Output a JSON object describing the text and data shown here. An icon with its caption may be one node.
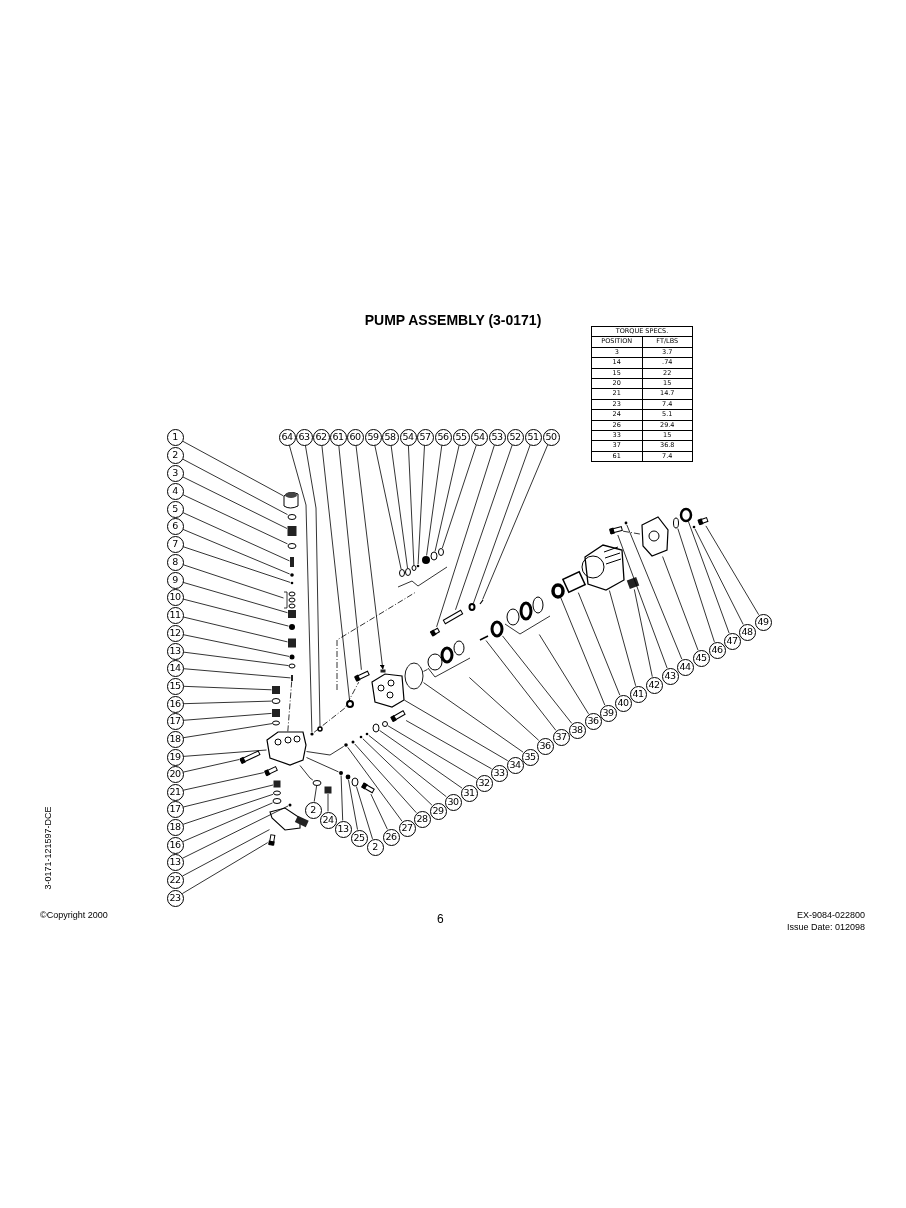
{
  "diagram": {
    "title": "PUMP ASSEMBLY (3-0171)",
    "nodes": [
      {
        "text": [
          "1"
        ]
      },
      {
        "text": [
          "2"
        ]
      },
      {
        "text": [
          "3"
        ]
      },
      {
        "text": [
          "4"
        ]
      },
      {
        "text": [
          "5"
        ]
      },
      {
        "text": [
          "6"
        ]
      },
      {
        "text": [
          "7"
        ]
      },
      {
        "text": [
          "8"
        ]
      },
      {
        "text": [
          "9"
        ]
      },
      {
        "text": [
          "10"
        ]
      },
      {
        "text": [
          "11"
        ]
      },
      {
        "text": [
          "12"
        ]
      },
      {
        "text": [
          "13"
        ]
      },
      {
        "text": [
          "14"
        ]
      },
      {
        "text": [
          "15"
        ]
      },
      {
        "text": [
          "16"
        ]
      },
      {
        "text": [
          "17"
        ]
      },
      {
        "text": [
          "18"
        ]
      },
      {
        "text": [
          "19"
        ]
      },
      {
        "text": [
          "20"
        ]
      },
      {
        "text": [
          "21"
        ]
      },
      {
        "text": [
          "17"
        ]
      },
      {
        "text": [
          "18"
        ]
      },
      {
        "text": [
          "16"
        ]
      },
      {
        "text": [
          "13"
        ]
      },
      {
        "text": [
          "22"
        ]
      },
      {
        "text": [
          "23"
        ]
      },
      {
        "text": [
          "64"
        ]
      },
      {
        "text": [
          "63"
        ]
      },
      {
        "text": [
          "62"
        ]
      },
      {
        "text": [
          "61"
        ]
      },
      {
        "text": [
          "60"
        ]
      },
      {
        "text": [
          "59"
        ]
      },
      {
        "text": [
          "58"
        ]
      },
      {
        "text": [
          "54"
        ]
      },
      {
        "text": [
          "57"
        ]
      },
      {
        "text": [
          "56"
        ]
      },
      {
        "text": [
          "55"
        ]
      },
      {
        "text": [
          "54"
        ]
      },
      {
        "text": [
          "53"
        ]
      },
      {
        "text": [
          "52"
        ]
      },
      {
        "text": [
          "51"
        ]
      },
      {
        "text": [
          "50"
        ]
      },
      {
        "text": [
          "2"
        ]
      },
      {
        "text": [
          "24"
        ]
      },
      {
        "text": [
          "13"
        ]
      },
      {
        "text": [
          "25"
        ]
      },
      {
        "text": [
          "2"
        ]
      },
      {
        "text": [
          "26"
        ]
      },
      {
        "text": [
          "27"
        ]
      },
      {
        "text": [
          "28"
        ]
      },
      {
        "text": [
          "29"
        ]
      },
      {
        "text": [
          "30"
        ]
      },
      {
        "text": [
          "31"
        ]
      },
      {
        "text": [
          "32"
        ]
      },
      {
        "text": [
          "33"
        ]
      },
      {
        "text": [
          "34"
        ]
      },
      {
        "text": [
          "35"
        ]
      },
      {
        "text": [
          "36"
        ]
      },
      {
        "text": [
          "37"
        ]
      },
      {
        "text": [
          "38"
        ]
      },
      {
        "text": [
          "36"
        ]
      },
      {
        "text": [
          "39"
        ]
      },
      {
        "text": [
          "40"
        ]
      },
      {
        "text": [
          "41"
        ]
      },
      {
        "text": [
          "42"
        ]
      },
      {
        "text": [
          "43"
        ]
      },
      {
        "text": [
          "44"
        ]
      },
      {
        "text": [
          "45"
        ]
      },
      {
        "text": [
          "46"
        ]
      },
      {
        "text": [
          "47"
        ]
      },
      {
        "text": [
          "48"
        ]
      },
      {
        "text": [
          "49"
        ]
      },
      {
        "text": [],
        "shape": "picture"
      },
      {
        "text": [],
        "shape": "circle"
      },
      {
        "text": [],
        "shape": "box"
      },
      {
        "text": [],
        "shape": "circle"
      },
      {
        "text": [],
        "shape": "box"
      },
      {
        "text": [],
        "shape": "circle"
      },
      {
        "text": [],
        "shape": "circle"
      },
      {
        "text": [],
        "shape": "picture"
      },
      {
        "text": [],
        "shape": "box"
      },
      {
        "text": [],
        "shape": "circle"
      },
      {
        "text": [],
        "shape": "box"
      },
      {
        "text": [],
        "shape": "circle"
      },
      {
        "text": [],
        "shape": "circle"
      },
      {
        "text": [],
        "shape": "box"
      },
      {
        "text": [],
        "shape": "box"
      },
      {
        "text": [],
        "shape": "circle"
      },
      {
        "text": [],
        "shape": "box"
      },
      {
        "text": [],
        "shape": "circle"
      },
      {
        "text": [],
        "shape": "picture"
      },
      {
        "text": [],
        "shape": "picture"
      },
      {
        "text": [],
        "shape": "picture"
      },
      {
        "text": [],
        "shape": "box"
      },
      {
        "text": [],
        "shape": "circle"
      },
      {
        "text": [],
        "shape": "circle"
      },
      {
        "text": [],
        "shape": "circle"
      },
      {
        "text": [],
        "shape": "picture"
      },
      {
        "text": [],
        "shape": "picture"
      },
      {
        "text": [],
        "shape": "circle"
      },
      {
        "text": [],
        "shape": "circle"
      },
      {
        "text": [],
        "shape": "circle"
      },
      {
        "text": [],
        "shape": "picture"
      },
      {
        "text": [],
        "shape": "box"
      },
      {
        "text": [],
        "shape": "circle"
      },
      {
        "text": [],
        "shape": "circle"
      },
      {
        "text": [],
        "shape": "circle"
      },
      {
        "text": [],
        "shape": "circle"
      },
      {
        "text": [],
        "shape": "circle"
      },
      {
        "text": [],
        "shape": "circle"
      },
      {
        "text": [],
        "shape": "circle"
      },
      {
        "text": [],
        "shape": "picture"
      },
      {
        "text": [],
        "shape": "box"
      },
      {
        "text": [],
        "shape": "circle"
      },
      {
        "text": [],
        "shape": "bar"
      },
      {
        "text": [],
        "shape": "circle"
      },
      {
        "text": [],
        "shape": "box"
      },
      {
        "text": [],
        "shape": "circle"
      },
      {
        "text": [],
        "shape": "circle"
      },
      {
        "text": [],
        "shape": "circle"
      },
      {
        "text": [],
        "shape": "picture"
      },
      {
        "text": [],
        "shape": "circle"
      },
      {
        "text": [],
        "shape": "circle"
      },
      {
        "text": [],
        "shape": "circle"
      },
      {
        "text": [],
        "shape": "circle"
      },
      {
        "text": [],
        "shape": "circle"
      },
      {
        "text": [],
        "shape": "circle"
      },
      {
        "text": [],
        "shape": "picture"
      },
      {
        "text": [],
        "shape": "picture"
      },
      {
        "text": [],
        "shape": "circle"
      },
      {
        "text": [],
        "shape": "picture"
      },
      {
        "text": [],
        "shape": "bar"
      },
      {
        "text": [],
        "shape": "circle"
      },
      {
        "text": [],
        "shape": "picture"
      },
      {
        "text": [],
        "shape": "circle"
      },
      {
        "text": [],
        "shape": "box"
      },
      {
        "text": [],
        "shape": "picture"
      },
      {
        "text": [],
        "shape": "box"
      },
      {
        "text": [],
        "shape": "picture"
      },
      {
        "text": [],
        "shape": "circle"
      },
      {
        "text": [],
        "shape": "picture"
      },
      {
        "text": [],
        "shape": "circle"
      },
      {
        "text": [],
        "shape": "circle"
      },
      {
        "text": [],
        "shape": "circle"
      },
      {
        "text": [],
        "shape": "picture"
      }
    ],
    "edges": [
      {
        "from": 0,
        "to": 73,
        "arrow": "none"
      },
      {
        "from": 1,
        "to": 74,
        "arrow": "none"
      },
      {
        "from": 2,
        "to": 75,
        "arrow": "none"
      },
      {
        "from": 3,
        "to": 76,
        "arrow": "none"
      },
      {
        "from": 4,
        "to": 77,
        "arrow": "none"
      },
      {
        "from": 5,
        "to": 78,
        "arrow": "none"
      },
      {
        "from": 6,
        "to": 79,
        "arrow": "none"
      },
      {
        "from": 7,
        "to": 80,
        "arrow": "none"
      },
      {
        "from": 8,
        "to": 81,
        "arrow": "none"
      },
      {
        "from": 9,
        "to": 82,
        "arrow": "none"
      },
      {
        "from": 10,
        "to": 83,
        "arrow": "none"
      },
      {
        "from": 11,
        "to": 84,
        "arrow": "none"
      },
      {
        "from": 12,
        "to": 85,
        "arrow": "none"
      },
      {
        "from": 13,
        "to": 86,
        "arrow": "none"
      },
      {
        "from": 14,
        "to": 87,
        "arrow": "none"
      },
      {
        "from": 15,
        "to": 88,
        "arrow": "none"
      },
      {
        "from": 16,
        "to": 89,
        "arrow": "none"
      },
      {
        "from": 17,
        "to": 90,
        "arrow": "none"
      },
      {
        "from": 18,
        "to": 91,
        "arrow": "none"
      },
      {
        "from": 19,
        "to": 92,
        "arrow": "none"
      },
      {
        "from": 20,
        "to": 93,
        "arrow": "none"
      },
      {
        "from": 21,
        "to": 94,
        "arrow": "none"
      },
      {
        "from": 22,
        "to": 95,
        "arrow": "none"
      },
      {
        "from": 23,
        "to": 96,
        "arrow": "none"
      },
      {
        "from": 24,
        "to": 97,
        "arrow": "none"
      },
      {
        "from": 25,
        "to": 98,
        "arrow": "none"
      },
      {
        "from": 26,
        "to": 99,
        "arrow": "none"
      },
      {
        "from": 27,
        "to": 100,
        "arrow": "none"
      },
      {
        "from": 28,
        "to": 101,
        "arrow": "none"
      },
      {
        "from": 29,
        "to": 102,
        "arrow": "none"
      },
      {
        "from": 30,
        "to": 103,
        "arrow": "none"
      },
      {
        "from": 31,
        "to": 104,
        "arrow": "to"
      },
      {
        "from": 32,
        "to": 105,
        "arrow": "none"
      },
      {
        "from": 33,
        "to": 106,
        "arrow": "none"
      },
      {
        "from": 34,
        "to": 107,
        "arrow": "none"
      },
      {
        "from": 35,
        "to": 108,
        "arrow": "none"
      },
      {
        "from": 36,
        "to": 109,
        "arrow": "none"
      },
      {
        "from": 37,
        "to": 110,
        "arrow": "none"
      },
      {
        "from": 38,
        "to": 111,
        "arrow": "none"
      },
      {
        "from": 39,
        "to": 112,
        "arrow": "none"
      },
      {
        "from": 40,
        "to": 113,
        "arrow": "none"
      },
      {
        "from": 41,
        "to": 114,
        "arrow": "none"
      },
      {
        "from": 42,
        "to": 115,
        "arrow": "none"
      },
      {
        "from": 43,
        "to": 116,
        "arrow": "none"
      },
      {
        "from": 44,
        "to": 117,
        "arrow": "none"
      },
      {
        "from": 45,
        "to": 118,
        "arrow": "none"
      },
      {
        "from": 46,
        "to": 119,
        "arrow": "none"
      },
      {
        "from": 47,
        "to": 120,
        "arrow": "none"
      },
      {
        "from": 48,
        "to": 121,
        "arrow": "none"
      },
      {
        "from": 49,
        "to": 122,
        "arrow": "none"
      },
      {
        "from": 50,
        "to": 123,
        "arrow": "none"
      },
      {
        "from": 51,
        "to": 124,
        "arrow": "none"
      },
      {
        "from": 52,
        "to": 125,
        "arrow": "none"
      },
      {
        "from": 53,
        "to": 126,
        "arrow": "none"
      },
      {
        "from": 54,
        "to": 127,
        "arrow": "none"
      },
      {
        "from": 55,
        "to": 128,
        "arrow": "none"
      },
      {
        "from": 56,
        "to": 129,
        "arrow": "none"
      },
      {
        "from": 57,
        "to": 130,
        "arrow": "none"
      },
      {
        "from": 58,
        "to": 131,
        "arrow": "none"
      },
      {
        "from": 59,
        "to": 132,
        "arrow": "none"
      },
      {
        "from": 60,
        "to": 133,
        "arrow": "none"
      },
      {
        "from": 61,
        "to": 134,
        "arrow": "none"
      },
      {
        "from": 62,
        "to": 135,
        "arrow": "none"
      },
      {
        "from": 63,
        "to": 136,
        "arrow": "none"
      },
      {
        "from": 64,
        "to": 137,
        "arrow": "none"
      },
      {
        "from": 65,
        "to": 138,
        "arrow": "none"
      },
      {
        "from": 66,
        "to": 139,
        "arrow": "none"
      },
      {
        "from": 67,
        "to": 140,
        "arrow": "none"
      },
      {
        "from": 68,
        "to": 141,
        "arrow": "none"
      },
      {
        "from": 69,
        "to": 142,
        "arrow": "none"
      },
      {
        "from": 70,
        "to": 143,
        "arrow": "none"
      },
      {
        "from": 71,
        "to": 144,
        "arrow": "none"
      },
      {
        "from": 72,
        "to": 145,
        "arrow": "none"
      },
      {
        "from": 86,
        "to": 91,
        "arrow": "none",
        "style": "dashed"
      },
      {
        "from": 100,
        "to": 103,
        "arrow": "none",
        "style": "dashed"
      },
      {
        "from": 91,
        "to": 122,
        "arrow": "none"
      },
      {
        "from": 91,
        "to": 118,
        "arrow": "none"
      },
      {
        "from": 91,
        "to": 116,
        "arrow": "none"
      },
      {
        "from": 139,
        "to": 141,
        "arrow": "none",
        "style": "dashed"
      },
      {
        "from": 130,
        "to": 131,
        "arrow": "none",
        "style": "dashed"
      }
    ],
    "labels": [
      "TORQUE SPECS.",
      "POSITION",
      "FT/LBS",
      "3",
      "3.7",
      "14",
      ".74",
      "15",
      "22",
      "20",
      "15",
      "21",
      "14.7",
      "23",
      "7.4",
      "24",
      "5.1",
      "26",
      "29.4",
      "33",
      "15",
      "37",
      "36.8",
      "61",
      "7.4",
      "3-0171-121597-DCE",
      "©Copyright 2000",
      "6",
      "EX-9084-022800",
      "Issue Date: 012098"
    ]
  }
}
